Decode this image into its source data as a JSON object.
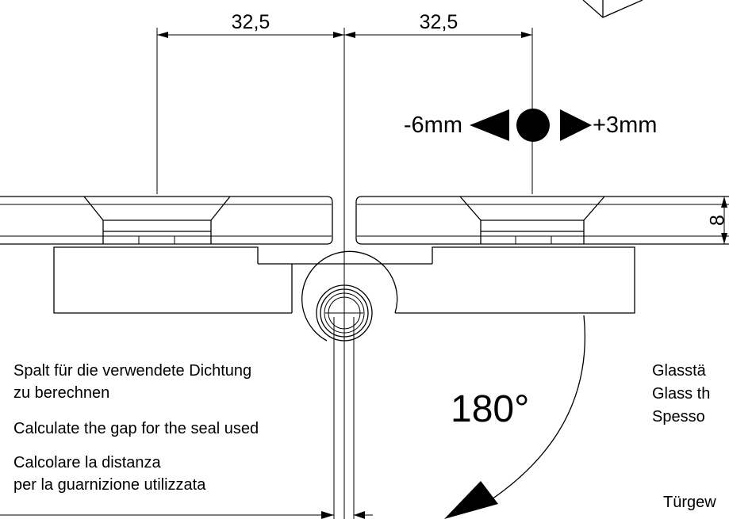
{
  "dimensions": {
    "left_offset": "32,5",
    "right_offset": "32,5",
    "glass_thickness": "8",
    "angle": "180°"
  },
  "adjustment": {
    "minus": "-6mm",
    "plus": "+3mm"
  },
  "notes_left": {
    "de_line1": "Spalt für die verwendete Dichtung",
    "de_line2": "zu berechnen",
    "en": "Calculate the gap for the seal used",
    "it_line1": "Calcolare la distanza",
    "it_line2": "per la guarnizione utilizzata"
  },
  "notes_right": {
    "de_glass": "Glasstä",
    "en_glass": "Glass th",
    "it_glass": "Spesso",
    "de_door": "Türgew"
  },
  "colors": {
    "ink": "#000000",
    "paper": "#ffffff"
  }
}
